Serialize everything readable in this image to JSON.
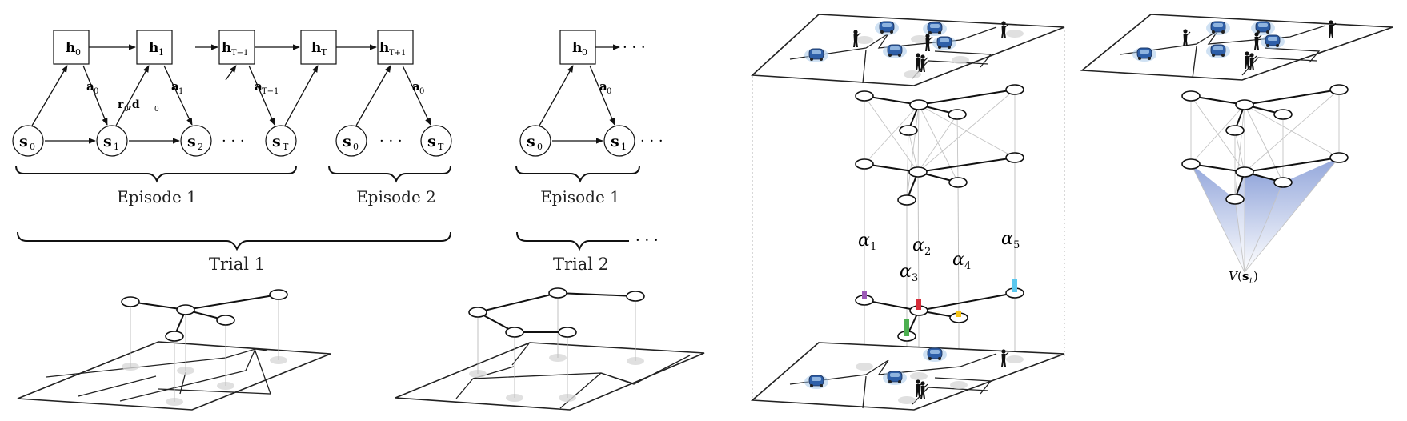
{
  "h_labels": {
    "h0": "h",
    "h0_sub": "0",
    "h1": "h",
    "h1_sub": "1",
    "hT1": "h",
    "hT1_sub": "T−1",
    "hT": "h",
    "hT_sub": "T",
    "hTp1": "h",
    "hTp1_sub": "T+1",
    "h0b": "h",
    "h0b_sub": "0"
  },
  "s_labels": {
    "s0": "s",
    "s0_sub": "0",
    "s1": "s",
    "s1_sub": "1",
    "s2": "s",
    "s2_sub": "2",
    "sT": "s",
    "sT_sub": "T",
    "s0b": "s",
    "s0b_sub": "0",
    "sTb": "s",
    "sTb_sub": "T",
    "s0c": "s",
    "s0c_sub": "0",
    "s1c": "s",
    "s1c_sub": "1"
  },
  "edge_labels": {
    "a0": "a",
    "a0_sub": "0",
    "a1": "a",
    "a1_sub": "1",
    "r0d0": "r",
    "r0d0_sub1": "0",
    "r0d0_comma": ",d",
    "r0d0_sub2": "0",
    "aT1": "a",
    "aT1_sub": "T−1",
    "a0b": "a",
    "a0b_sub": "0",
    "a0c": "a",
    "a0c_sub": "0"
  },
  "ellipsis": "· · ·",
  "braces": {
    "episode1": "Episode 1",
    "episode2": "Episode 2",
    "episode1b": "Episode 1",
    "trial1": "Trial 1",
    "trial2": "Trial 2"
  },
  "alphas": {
    "a1": "α",
    "a1_sub": "1",
    "a2": "α",
    "a2_sub": "2",
    "a3": "α",
    "a3_sub": "3",
    "a4": "α",
    "a4_sub": "4",
    "a5": "α",
    "a5_sub": "5"
  },
  "alpha_colors": {
    "a1": "#9b59b6",
    "a2": "#d62d3a",
    "a3": "#4caf50",
    "a4": "#f5c518",
    "a5": "#5bc8ef"
  },
  "value_label": {
    "V": "V",
    "open": "(",
    "s": "s",
    "sub": "t",
    "close": ")"
  },
  "colors": {
    "fan_fill": "#6f89cf",
    "car": "#2e5fa8",
    "car_halo": "#a8c8ea"
  },
  "icons": [
    "car-icon",
    "pedestrian-icon"
  ]
}
